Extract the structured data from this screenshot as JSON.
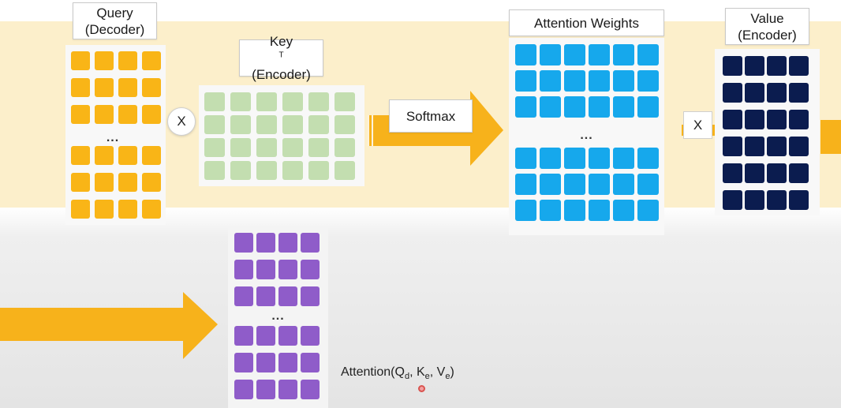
{
  "labels": {
    "query_line1": "Query",
    "query_line2": "(Decoder)",
    "key_main": "Key",
    "key_sup": "T",
    "key_line2": "(Encoder)",
    "attention_weights": "Attention Weights",
    "value_line1": "Value",
    "value_line2": "(Encoder)",
    "softmax": "Softmax",
    "times_1": "X",
    "times_2": "X",
    "ellipsis": "...",
    "formula": {
      "prefix": "Attention(Q",
      "q_sub": "d",
      "k_text": ", K",
      "k_sub": "e",
      "v_text": ", V",
      "v_sub": "e",
      "suffix": ")"
    }
  },
  "colors": {
    "band": "#fcefcb",
    "arrow": "#f7b21b",
    "query_cell": "#f9b517",
    "key_cell": "#c3deb0",
    "weights_cell": "#16a8ec",
    "value_cell": "#0b1c4f",
    "output_cell": "#8f5cc9"
  }
}
